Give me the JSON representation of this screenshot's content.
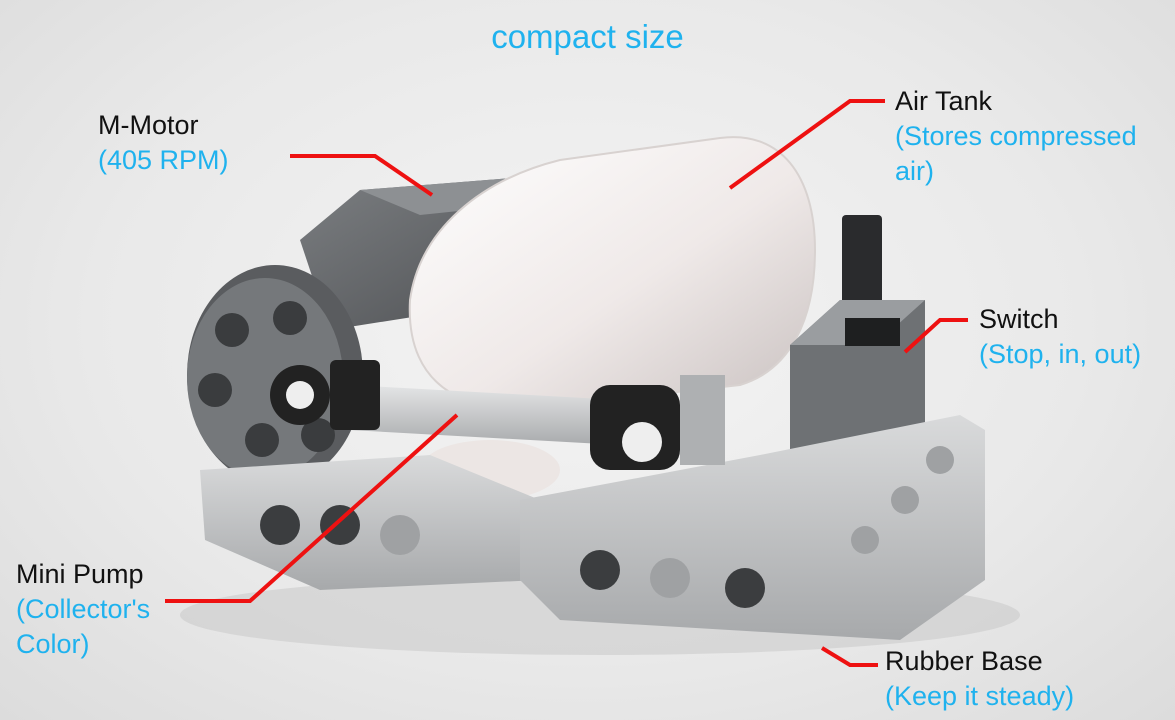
{
  "title": "compact size",
  "labels": {
    "motor": {
      "name": "M-Motor",
      "desc": "(405 RPM)"
    },
    "tank": {
      "name": "Air Tank",
      "desc_line1": "(Stores compressed",
      "desc_line2": "air)"
    },
    "switch": {
      "name": "Switch",
      "desc": "(Stop, in, out)"
    },
    "pump": {
      "name": "Mini Pump",
      "desc_line1": "(Collector's",
      "desc_line2": "Color)"
    },
    "base": {
      "name": "Rubber Base",
      "desc": "(Keep it steady)"
    }
  },
  "colors": {
    "accent": "#1fb2ee",
    "leader": "#ee1111"
  }
}
